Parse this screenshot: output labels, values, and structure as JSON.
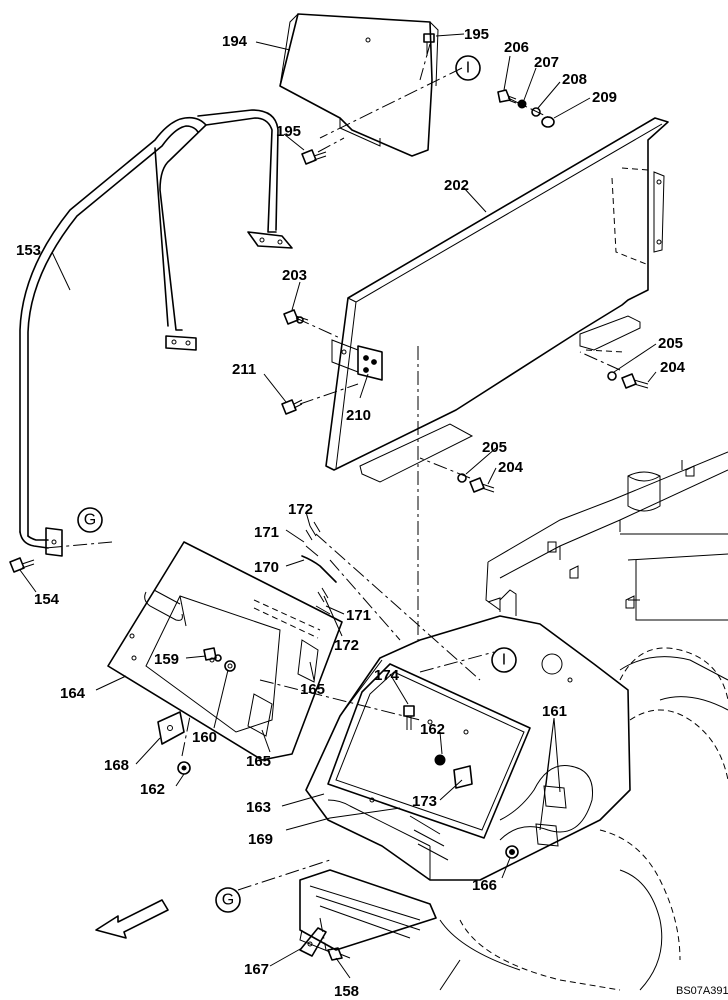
{
  "drawing_code": "BS07A391",
  "marks": [
    "I",
    "G"
  ],
  "callouts": [
    "153",
    "154",
    "158",
    "159",
    "160",
    "161",
    "162",
    "163",
    "164",
    "165",
    "166",
    "167",
    "168",
    "169",
    "170",
    "171",
    "172",
    "173",
    "174",
    "194",
    "195",
    "202",
    "203",
    "204",
    "205",
    "206",
    "207",
    "208",
    "209",
    "210",
    "211"
  ]
}
